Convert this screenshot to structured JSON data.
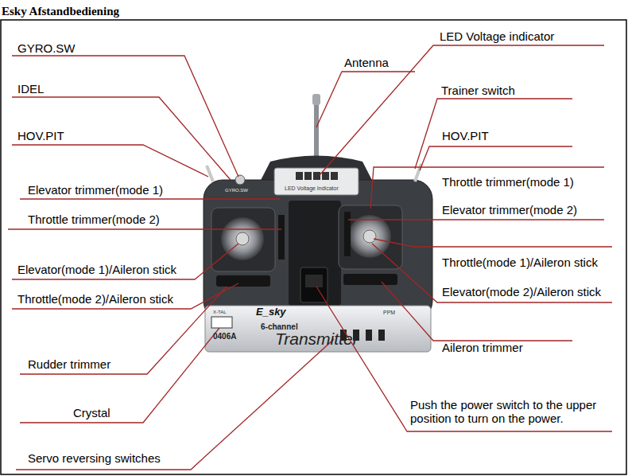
{
  "diagram": {
    "title": "Esky Afstandbediening",
    "labels": [
      "GYRO.SW",
      "IDEL",
      "HOV.PIT",
      "Elevator trimmer(mode 1)",
      "Throttle trimmer(mode 2)",
      "Elevator(mode 1)/Aileron stick",
      "Throttle(mode 2)/Aileron stick",
      "Rudder trimmer",
      "Crystal",
      "Servo reversing switches",
      "LED Voltage indicator",
      "Antenna",
      "Trainer switch",
      "HOV.PIT",
      "Throttle trimmer(mode 1)",
      "Elevator trimmer(mode 2)",
      "Throttle(mode 1)/Aileron stick",
      "Elevator(mode 2)/Aileron stick",
      "Aileron trimmer",
      "Push the power switch to the upper position to turn on the power.",
      "GYRO.SW",
      "LED Voltage Indicator",
      "E_sky",
      "6-channel",
      "Transmitter",
      "0406A",
      "PPM",
      "X-TAL"
    ]
  }
}
